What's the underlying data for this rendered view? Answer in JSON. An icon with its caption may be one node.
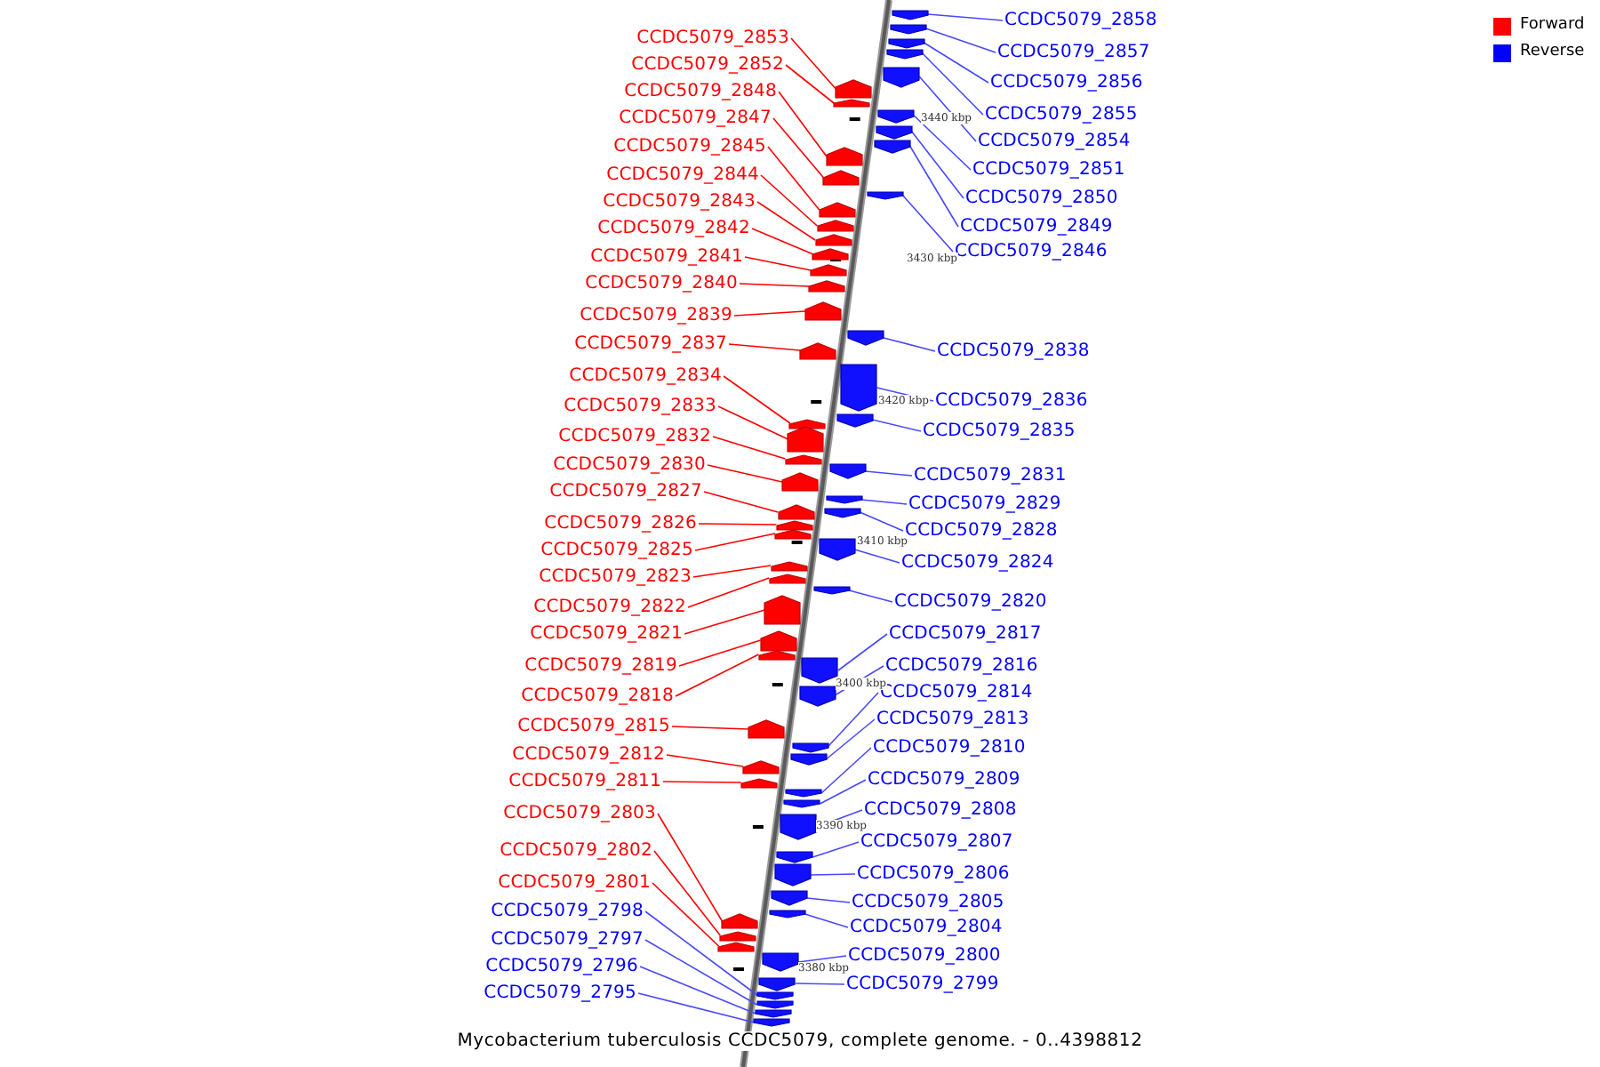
{
  "diagram": {
    "caption": "Mycobacterium tuberculosis CCDC5079, complete genome. - 0..4398812",
    "nodes": [
      {
        "text": [
          "CCDC5079_2853"
        ]
      },
      {
        "text": [
          "CCDC5079_2852"
        ]
      },
      {
        "text": [
          "CCDC5079_2848"
        ]
      },
      {
        "text": [
          "CCDC5079_2847"
        ]
      },
      {
        "text": [
          "CCDC5079_2845"
        ]
      },
      {
        "text": [
          "CCDC5079_2844"
        ]
      },
      {
        "text": [
          "CCDC5079_2843"
        ]
      },
      {
        "text": [
          "CCDC5079_2842"
        ]
      },
      {
        "text": [
          "CCDC5079_2841"
        ]
      },
      {
        "text": [
          "CCDC5079_2840"
        ]
      },
      {
        "text": [
          "CCDC5079_2839"
        ]
      },
      {
        "text": [
          "CCDC5079_2837"
        ]
      },
      {
        "text": [
          "CCDC5079_2834"
        ]
      },
      {
        "text": [
          "CCDC5079_2833"
        ]
      },
      {
        "text": [
          "CCDC5079_2832"
        ]
      },
      {
        "text": [
          "CCDC5079_2830"
        ]
      },
      {
        "text": [
          "CCDC5079_2827"
        ]
      },
      {
        "text": [
          "CCDC5079_2826"
        ]
      },
      {
        "text": [
          "CCDC5079_2825"
        ]
      },
      {
        "text": [
          "CCDC5079_2823"
        ]
      },
      {
        "text": [
          "CCDC5079_2822"
        ]
      },
      {
        "text": [
          "CCDC5079_2821"
        ]
      },
      {
        "text": [
          "CCDC5079_2819"
        ]
      },
      {
        "text": [
          "CCDC5079_2818"
        ]
      },
      {
        "text": [
          "CCDC5079_2815"
        ]
      },
      {
        "text": [
          "CCDC5079_2812"
        ]
      },
      {
        "text": [
          "CCDC5079_2811"
        ]
      },
      {
        "text": [
          "CCDC5079_2803"
        ]
      },
      {
        "text": [
          "CCDC5079_2802"
        ]
      },
      {
        "text": [
          "CCDC5079_2801"
        ]
      },
      {
        "text": [
          "CCDC5079_2798"
        ]
      },
      {
        "text": [
          "CCDC5079_2797"
        ]
      },
      {
        "text": [
          "CCDC5079_2796"
        ]
      },
      {
        "text": [
          "CCDC5079_2795"
        ]
      },
      {
        "text": [
          "CCDC5079_2858"
        ]
      },
      {
        "text": [
          "CCDC5079_2857"
        ]
      },
      {
        "text": [
          "CCDC5079_2856"
        ]
      },
      {
        "text": [
          "CCDC5079_2855"
        ]
      },
      {
        "text": [
          "CCDC5079_2854"
        ]
      },
      {
        "text": [
          "CCDC5079_2851"
        ]
      },
      {
        "text": [
          "CCDC5079_2850"
        ]
      },
      {
        "text": [
          "CCDC5079_2849"
        ]
      },
      {
        "text": [
          "CCDC5079_2846"
        ]
      },
      {
        "text": [
          "CCDC5079_2838"
        ]
      },
      {
        "text": [
          "CCDC5079_2836"
        ]
      },
      {
        "text": [
          "CCDC5079_2835"
        ]
      },
      {
        "text": [
          "CCDC5079_2831"
        ]
      },
      {
        "text": [
          "CCDC5079_2829"
        ]
      },
      {
        "text": [
          "CCDC5079_2828"
        ]
      },
      {
        "text": [
          "CCDC5079_2824"
        ]
      },
      {
        "text": [
          "CCDC5079_2820"
        ]
      },
      {
        "text": [
          "CCDC5079_2817"
        ]
      },
      {
        "text": [
          "CCDC5079_2816"
        ]
      },
      {
        "text": [
          "CCDC5079_2814"
        ]
      },
      {
        "text": [
          "CCDC5079_2813"
        ]
      },
      {
        "text": [
          "CCDC5079_2810"
        ]
      },
      {
        "text": [
          "CCDC5079_2809"
        ]
      },
      {
        "text": [
          "CCDC5079_2808"
        ]
      },
      {
        "text": [
          "CCDC5079_2807"
        ]
      },
      {
        "text": [
          "CCDC5079_2806"
        ]
      },
      {
        "text": [
          "CCDC5079_2805"
        ]
      },
      {
        "text": [
          "CCDC5079_2804"
        ]
      },
      {
        "text": [
          "CCDC5079_2800"
        ]
      },
      {
        "text": [
          "CCDC5079_2799"
        ]
      },
      {
        "text": [],
        "shape": "arrow"
      },
      {
        "text": [],
        "shape": "arrow"
      },
      {
        "text": [],
        "shape": "arrow"
      },
      {
        "text": [],
        "shape": "arrow"
      },
      {
        "text": [],
        "shape": "arrow"
      },
      {
        "text": [],
        "shape": "arrow"
      },
      {
        "text": [],
        "shape": "arrow"
      },
      {
        "text": [],
        "shape": "arrow"
      },
      {
        "text": [],
        "shape": "arrow"
      },
      {
        "text": [],
        "shape": "arrow"
      },
      {
        "text": [],
        "shape": "arrow"
      },
      {
        "text": [],
        "shape": "arrow"
      },
      {
        "text": [],
        "shape": "arrow"
      },
      {
        "text": [],
        "shape": "arrow"
      },
      {
        "text": [],
        "shape": "arrow"
      },
      {
        "text": [],
        "shape": "arrow"
      },
      {
        "text": [],
        "shape": "arrow"
      },
      {
        "text": [],
        "shape": "arrow"
      },
      {
        "text": [],
        "shape": "arrow"
      },
      {
        "text": [],
        "shape": "arrow"
      },
      {
        "text": [],
        "shape": "arrow"
      },
      {
        "text": [],
        "shape": "arrow"
      },
      {
        "text": [],
        "shape": "arrow"
      },
      {
        "text": [],
        "shape": "arrow"
      },
      {
        "text": [],
        "shape": "arrow"
      },
      {
        "text": [],
        "shape": "arrow"
      },
      {
        "text": [],
        "shape": "arrow"
      },
      {
        "text": [],
        "shape": "arrow"
      },
      {
        "text": [],
        "shape": "arrow"
      },
      {
        "text": [],
        "shape": "arrow"
      },
      {
        "text": [],
        "shape": "arrow"
      },
      {
        "text": [],
        "shape": "arrow"
      },
      {
        "text": [],
        "shape": "arrow"
      },
      {
        "text": [],
        "shape": "arrow"
      },
      {
        "text": [],
        "shape": "arrow"
      },
      {
        "text": [],
        "shape": "arrow"
      },
      {
        "text": [],
        "shape": "arrow"
      },
      {
        "text": [],
        "shape": "arrow"
      },
      {
        "text": [],
        "shape": "arrow"
      },
      {
        "text": [],
        "shape": "arrow"
      },
      {
        "text": [],
        "shape": "arrow"
      },
      {
        "text": [],
        "shape": "arrow"
      },
      {
        "text": [],
        "shape": "arrow"
      },
      {
        "text": [],
        "shape": "arrow"
      },
      {
        "text": [],
        "shape": "arrow"
      },
      {
        "text": [],
        "shape": "arrow"
      },
      {
        "text": [],
        "shape": "arrow"
      },
      {
        "text": [],
        "shape": "arrow"
      },
      {
        "text": [],
        "shape": "arrow"
      },
      {
        "text": [],
        "shape": "arrow"
      },
      {
        "text": [],
        "shape": "arrow"
      },
      {
        "text": [],
        "shape": "arrow"
      },
      {
        "text": [],
        "shape": "arrow"
      },
      {
        "text": [],
        "shape": "arrow"
      },
      {
        "text": [],
        "shape": "arrow"
      },
      {
        "text": [],
        "shape": "arrow"
      },
      {
        "text": [],
        "shape": "arrow"
      },
      {
        "text": [],
        "shape": "arrow"
      },
      {
        "text": [],
        "shape": "arrow"
      },
      {
        "text": [],
        "shape": "arrow"
      },
      {
        "text": [],
        "shape": "arrow"
      },
      {
        "text": [],
        "shape": "arrow"
      },
      {
        "text": [],
        "shape": "arrow"
      },
      {
        "text": [],
        "shape": "arrow"
      }
    ],
    "edges": [
      {
        "from": 0,
        "to": 64,
        "arrow": "none",
        "color": "#ff0000"
      },
      {
        "from": 1,
        "to": 65,
        "arrow": "none",
        "color": "#ff0000"
      },
      {
        "from": 2,
        "to": 66,
        "arrow": "none",
        "color": "#ff0000"
      },
      {
        "from": 3,
        "to": 67,
        "arrow": "none",
        "color": "#ff0000"
      },
      {
        "from": 4,
        "to": 68,
        "arrow": "none",
        "color": "#ff0000"
      },
      {
        "from": 5,
        "to": 69,
        "arrow": "none",
        "color": "#ff0000"
      },
      {
        "from": 6,
        "to": 70,
        "arrow": "none",
        "color": "#ff0000"
      },
      {
        "from": 7,
        "to": 71,
        "arrow": "none",
        "color": "#ff0000"
      },
      {
        "from": 8,
        "to": 72,
        "arrow": "none",
        "color": "#ff0000"
      },
      {
        "from": 9,
        "to": 73,
        "arrow": "none",
        "color": "#ff0000"
      },
      {
        "from": 10,
        "to": 74,
        "arrow": "none",
        "color": "#ff0000"
      },
      {
        "from": 11,
        "to": 75,
        "arrow": "none",
        "color": "#ff0000"
      },
      {
        "from": 12,
        "to": 76,
        "arrow": "none",
        "color": "#ff0000"
      },
      {
        "from": 13,
        "to": 77,
        "arrow": "none",
        "color": "#ff0000"
      },
      {
        "from": 14,
        "to": 78,
        "arrow": "none",
        "color": "#ff0000"
      },
      {
        "from": 15,
        "to": 79,
        "arrow": "none",
        "color": "#ff0000"
      },
      {
        "from": 16,
        "to": 80,
        "arrow": "none",
        "color": "#ff0000"
      },
      {
        "from": 17,
        "to": 81,
        "arrow": "none",
        "color": "#ff0000"
      },
      {
        "from": 18,
        "to": 82,
        "arrow": "none",
        "color": "#ff0000"
      },
      {
        "from": 19,
        "to": 83,
        "arrow": "none",
        "color": "#ff0000"
      },
      {
        "from": 20,
        "to": 84,
        "arrow": "none",
        "color": "#ff0000"
      },
      {
        "from": 21,
        "to": 85,
        "arrow": "none",
        "color": "#ff0000"
      },
      {
        "from": 22,
        "to": 86,
        "arrow": "none",
        "color": "#ff0000"
      },
      {
        "from": 23,
        "to": 87,
        "arrow": "none",
        "color": "#ff0000"
      },
      {
        "from": 24,
        "to": 88,
        "arrow": "none",
        "color": "#ff0000"
      },
      {
        "from": 25,
        "to": 89,
        "arrow": "none",
        "color": "#ff0000"
      },
      {
        "from": 26,
        "to": 90,
        "arrow": "none",
        "color": "#ff0000"
      },
      {
        "from": 27,
        "to": 91,
        "arrow": "none",
        "color": "#ff0000"
      },
      {
        "from": 28,
        "to": 92,
        "arrow": "none",
        "color": "#ff0000"
      },
      {
        "from": 29,
        "to": 93,
        "arrow": "none",
        "color": "#ff0000"
      },
      {
        "from": 30,
        "to": 94,
        "arrow": "none"
      },
      {
        "from": 31,
        "to": 95,
        "arrow": "none"
      },
      {
        "from": 32,
        "to": 96,
        "arrow": "none"
      },
      {
        "from": 33,
        "to": 97,
        "arrow": "none"
      },
      {
        "from": 34,
        "to": 98,
        "arrow": "none"
      },
      {
        "from": 35,
        "to": 99,
        "arrow": "none"
      },
      {
        "from": 36,
        "to": 100,
        "arrow": "none"
      },
      {
        "from": 37,
        "to": 101,
        "arrow": "none"
      },
      {
        "from": 38,
        "to": 102,
        "arrow": "none"
      },
      {
        "from": 39,
        "to": 103,
        "arrow": "none"
      },
      {
        "from": 40,
        "to": 104,
        "arrow": "none"
      },
      {
        "from": 41,
        "to": 105,
        "arrow": "none"
      },
      {
        "from": 42,
        "to": 106,
        "arrow": "none"
      },
      {
        "from": 43,
        "to": 107,
        "arrow": "none"
      },
      {
        "from": 44,
        "to": 108,
        "arrow": "none"
      },
      {
        "from": 45,
        "to": 109,
        "arrow": "none"
      },
      {
        "from": 46,
        "to": 110,
        "arrow": "none"
      },
      {
        "from": 47,
        "to": 111,
        "arrow": "none"
      },
      {
        "from": 48,
        "to": 112,
        "arrow": "none"
      },
      {
        "from": 49,
        "to": 113,
        "arrow": "none"
      },
      {
        "from": 50,
        "to": 114,
        "arrow": "none"
      },
      {
        "from": 51,
        "to": 115,
        "arrow": "none"
      },
      {
        "from": 52,
        "to": 116,
        "arrow": "none"
      },
      {
        "from": 53,
        "to": 117,
        "arrow": "none"
      },
      {
        "from": 54,
        "to": 118,
        "arrow": "none"
      },
      {
        "from": 55,
        "to": 119,
        "arrow": "none"
      },
      {
        "from": 56,
        "to": 120,
        "arrow": "none"
      },
      {
        "from": 57,
        "to": 121,
        "arrow": "none"
      },
      {
        "from": 58,
        "to": 122,
        "arrow": "none"
      },
      {
        "from": 59,
        "to": 123,
        "arrow": "none"
      },
      {
        "from": 60,
        "to": 124,
        "arrow": "none"
      },
      {
        "from": 61,
        "to": 125,
        "arrow": "none"
      },
      {
        "from": 62,
        "to": 126,
        "arrow": "none"
      },
      {
        "from": 63,
        "to": 127,
        "arrow": "none"
      }
    ],
    "labels": [
      "3440 kbp",
      "3430 kbp",
      "3420 kbp",
      "3410 kbp",
      "3400 kbp",
      "3390 kbp",
      "3380 kbp"
    ],
    "legend": [
      {
        "text": "Forward",
        "color": "#ff0000"
      },
      {
        "text": "Reverse",
        "color": "#0000ff"
      }
    ]
  }
}
